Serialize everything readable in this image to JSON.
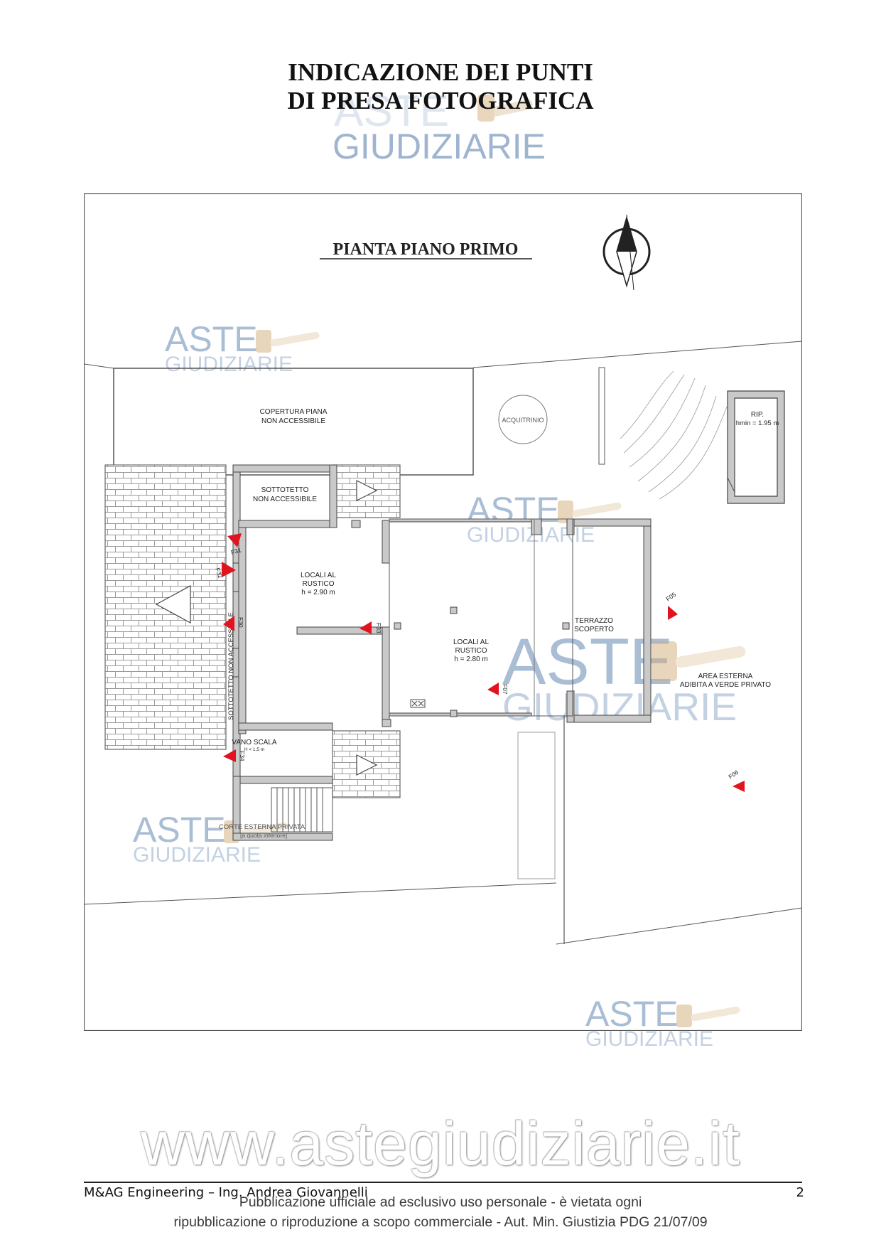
{
  "document": {
    "title_line1": "INDICAZIONE DEI PUNTI",
    "title_line2": "DI PRESA FOTOGRAFICA"
  },
  "plan": {
    "heading": "PIANTA PIANO PRIMO",
    "rooms": {
      "copertura_1": "COPERTURA PIANA",
      "copertura_2": "NON ACCESSIBILE",
      "acquitrinio": "ACQUITRINIO",
      "rip_1": "RIP.",
      "rip_2": "hmin = 1.95 m",
      "sottotetto_1": "SOTTOTETTO",
      "sottotetto_2": "NON ACCESSIBILE",
      "sottotetto_vertical": "SOTTOTETTO NON ACCESSIBILE",
      "locali1_1": "LOCALI AL",
      "locali1_2": "RUSTICO",
      "locali1_3": "h = 2.90 m",
      "locali2_1": "LOCALI AL",
      "locali2_2": "RUSTICO",
      "locali2_3": "h = 2.80 m",
      "terrazzo_1": "TERRAZZO",
      "terrazzo_2": "SCOPERTO",
      "area_1": "AREA ESTERNA",
      "area_2": "ADIBITA A VERDE PRIVATO",
      "vano_1": "VANO SCALA",
      "vano_2": "H < 1,5 m",
      "corte_1": "CORTE ESTERNA PRIVATA",
      "corte_2": "[a quota inferiore]"
    },
    "photo_points": [
      "F31",
      "F32",
      "F30",
      "F33",
      "F07",
      "F34",
      "F05",
      "F06"
    ],
    "marker_color": "#e0141e"
  },
  "watermarks": {
    "aste": "ASTE",
    "giudiziarie": "GIUDIZIARIE",
    "url": "www.astegiudiziarie.it",
    "color": "#8fa9c8"
  },
  "footer": {
    "author": "M&AG Engineering – Ing. Andrea Giovannelli",
    "page_number": "2",
    "notice_line1": "Pubblicazione ufficiale ad esclusivo uso personale - è vietata ogni",
    "notice_line2": "ripubblicazione o riproduzione a scopo commerciale - Aut. Min. Giustizia PDG 21/07/09"
  }
}
